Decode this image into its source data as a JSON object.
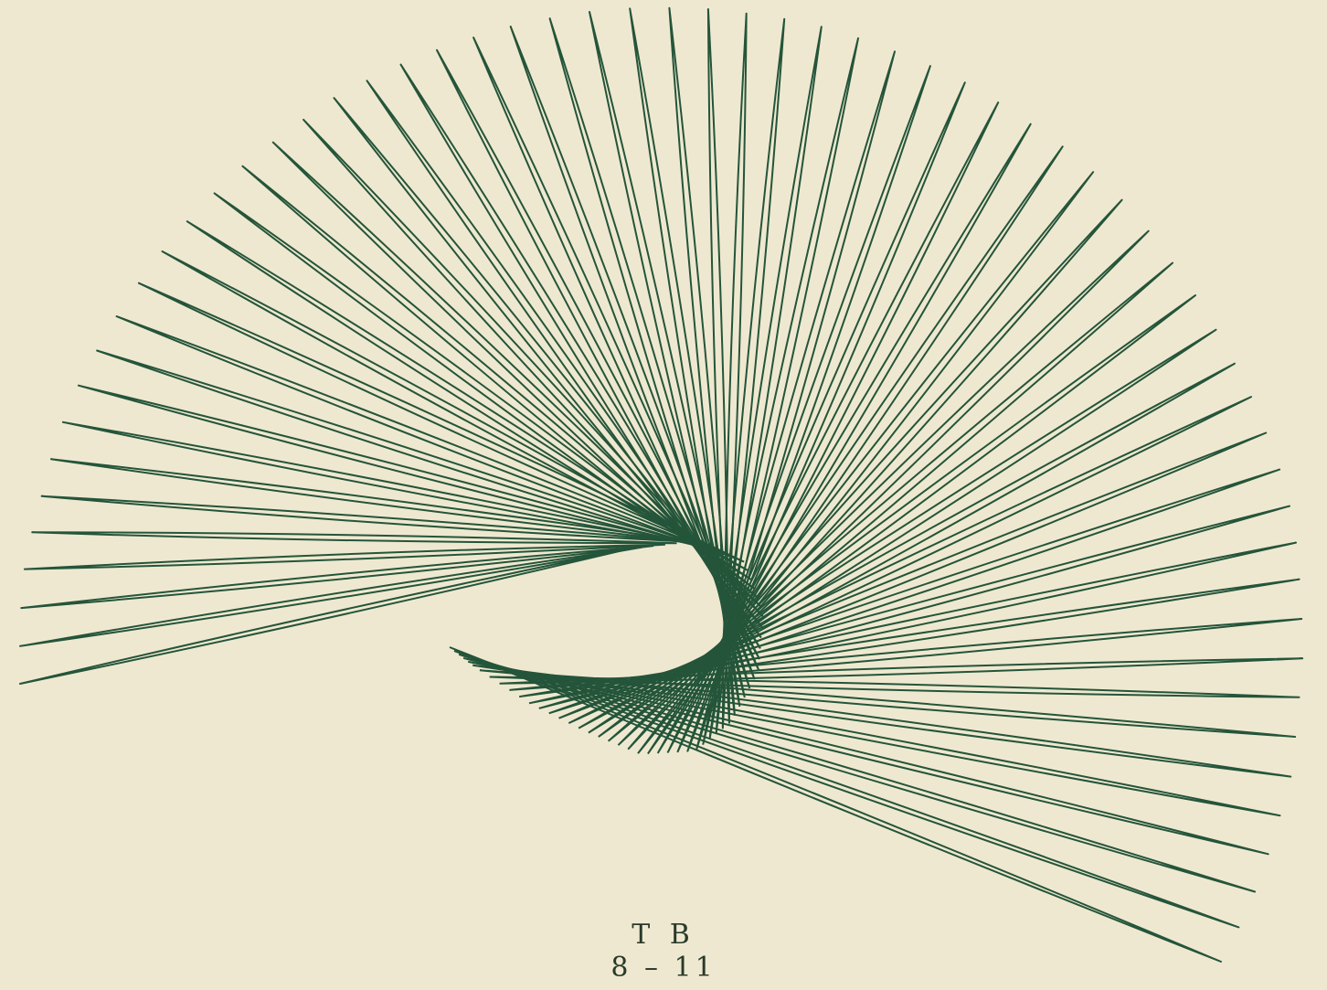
{
  "caption": {
    "line1": "T B",
    "line2": "8 – 11"
  },
  "colors": {
    "paper": "#efe8d0",
    "ink": "#24553a"
  },
  "figure": {
    "kind": "harmonograph-loops",
    "loop_count": 62
  }
}
